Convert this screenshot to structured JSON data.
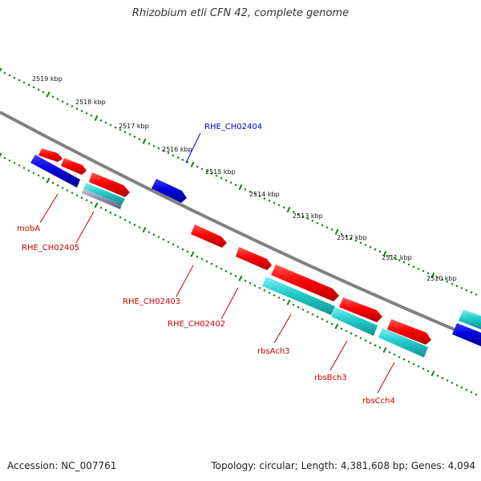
{
  "header": {
    "title": "Rhizobium etli CFN 42, complete genome"
  },
  "footer": {
    "accession": "Accession: NC_007761",
    "summary": "Topology: circular; Length: 4,381,608 bp; Genes: 4,094"
  },
  "colors": {
    "forward": "#ff0000",
    "reverse": "#0000dd",
    "rna": "#22cccc",
    "pseudo": "#8a94b0",
    "backbone": "#808080",
    "ticks": "#1a7a1a",
    "red_label": "#cc0000",
    "blue_label": "#0000cc"
  },
  "scale": {
    "labels": [
      "2519 kbp",
      "2518 kbp",
      "2517 kbp",
      "2516 kbp",
      "2515 kbp",
      "2514 kbp",
      "2513 kbp",
      "2512 kbp",
      "2511 kbp",
      "2510 kbp"
    ]
  },
  "gene_labels": [
    {
      "text": "RHE_CH02404",
      "color": "blue"
    },
    {
      "text": "mobA",
      "color": "red"
    },
    {
      "text": "RHE_CH02405",
      "color": "red"
    },
    {
      "text": "RHE_CH02403",
      "color": "red"
    },
    {
      "text": "RHE_CH02402",
      "color": "red"
    },
    {
      "text": "rbsAch3",
      "color": "red"
    },
    {
      "text": "rbsBch3",
      "color": "red"
    },
    {
      "text": "rbsCch4",
      "color": "red"
    }
  ]
}
